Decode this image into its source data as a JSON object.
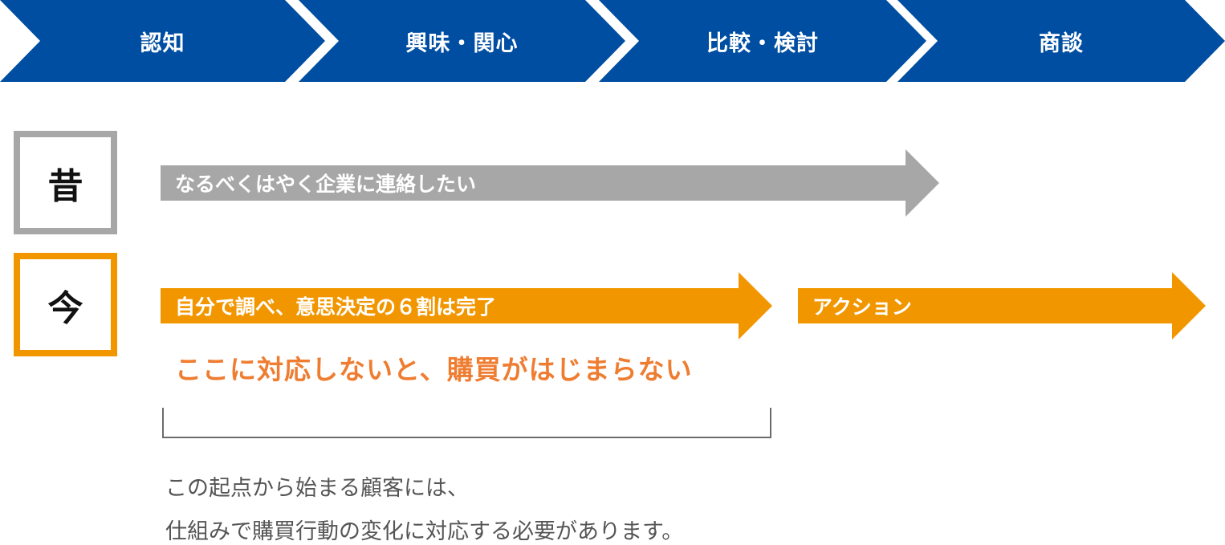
{
  "stages": [
    {
      "label": "認知"
    },
    {
      "label": "興味・関心"
    },
    {
      "label": "比較・検討"
    },
    {
      "label": "商談"
    }
  ],
  "eras": {
    "past": {
      "label": "昔",
      "arrow_text": "なるべくはやく企業に連絡したい"
    },
    "now": {
      "label": "今",
      "arrow_text": "自分で調べ、意思決定の６割は完了",
      "action_text": "アクション"
    }
  },
  "emphasis": "ここに対応しないと、購買がはじまらない",
  "note": {
    "line1": "この起点から始まる顧客には、",
    "line2": "仕組みで購買行動の変化に対応する必要があります。"
  },
  "colors": {
    "stage": "#004ea2",
    "past": "#a7a7a7",
    "now": "#f29600",
    "emphasis": "#ef7d31"
  }
}
